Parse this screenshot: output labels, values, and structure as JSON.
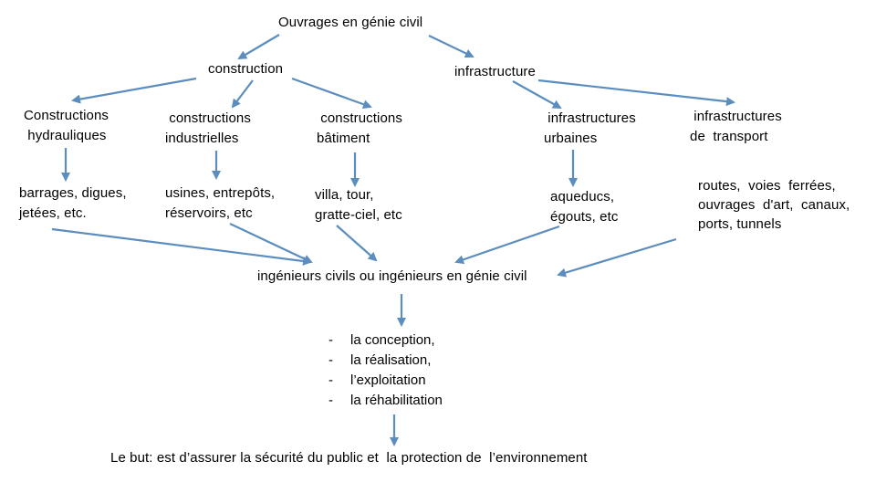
{
  "diagram": {
    "title": "Ouvrages en génie civil",
    "branches": {
      "construction": "construction",
      "infrastructure": "infrastructure"
    },
    "categories": {
      "hydrauliques": "Constructions\n hydrauliques",
      "industrielles": " constructions\nindustrielles",
      "batiment": " constructions\nbâtiment",
      "urbaines": " infrastructures\nurbaines",
      "transport": " infrastructures\nde  transport"
    },
    "examples": {
      "hydrauliques": "barrages, digues,\njetées, etc.",
      "industrielles": "usines, entrepôts,\nréservoirs, etc",
      "batiment": "villa, tour,\ngratte-ciel, etc",
      "urbaines": "aqueducs,\négouts, etc",
      "transport": "routes,  voies  ferrées,\nouvrages  d'art,  canaux,\nports, tunnels"
    },
    "actors": "ingénieurs civils ou ingénieurs en génie civil",
    "roles": [
      {
        "dash": "-",
        "text": "la conception,"
      },
      {
        "dash": "-",
        "text": "la réalisation,"
      },
      {
        "dash": "-",
        "text": "l’exploitation"
      },
      {
        "dash": "-",
        "text": "la réhabilitation"
      }
    ],
    "goal": "Le but: est d’assurer la sécurité du public et  la protection de  l’environnement"
  },
  "colors": {
    "arrow": "#5B8DBE",
    "text": "#000000",
    "background": "#ffffff"
  }
}
